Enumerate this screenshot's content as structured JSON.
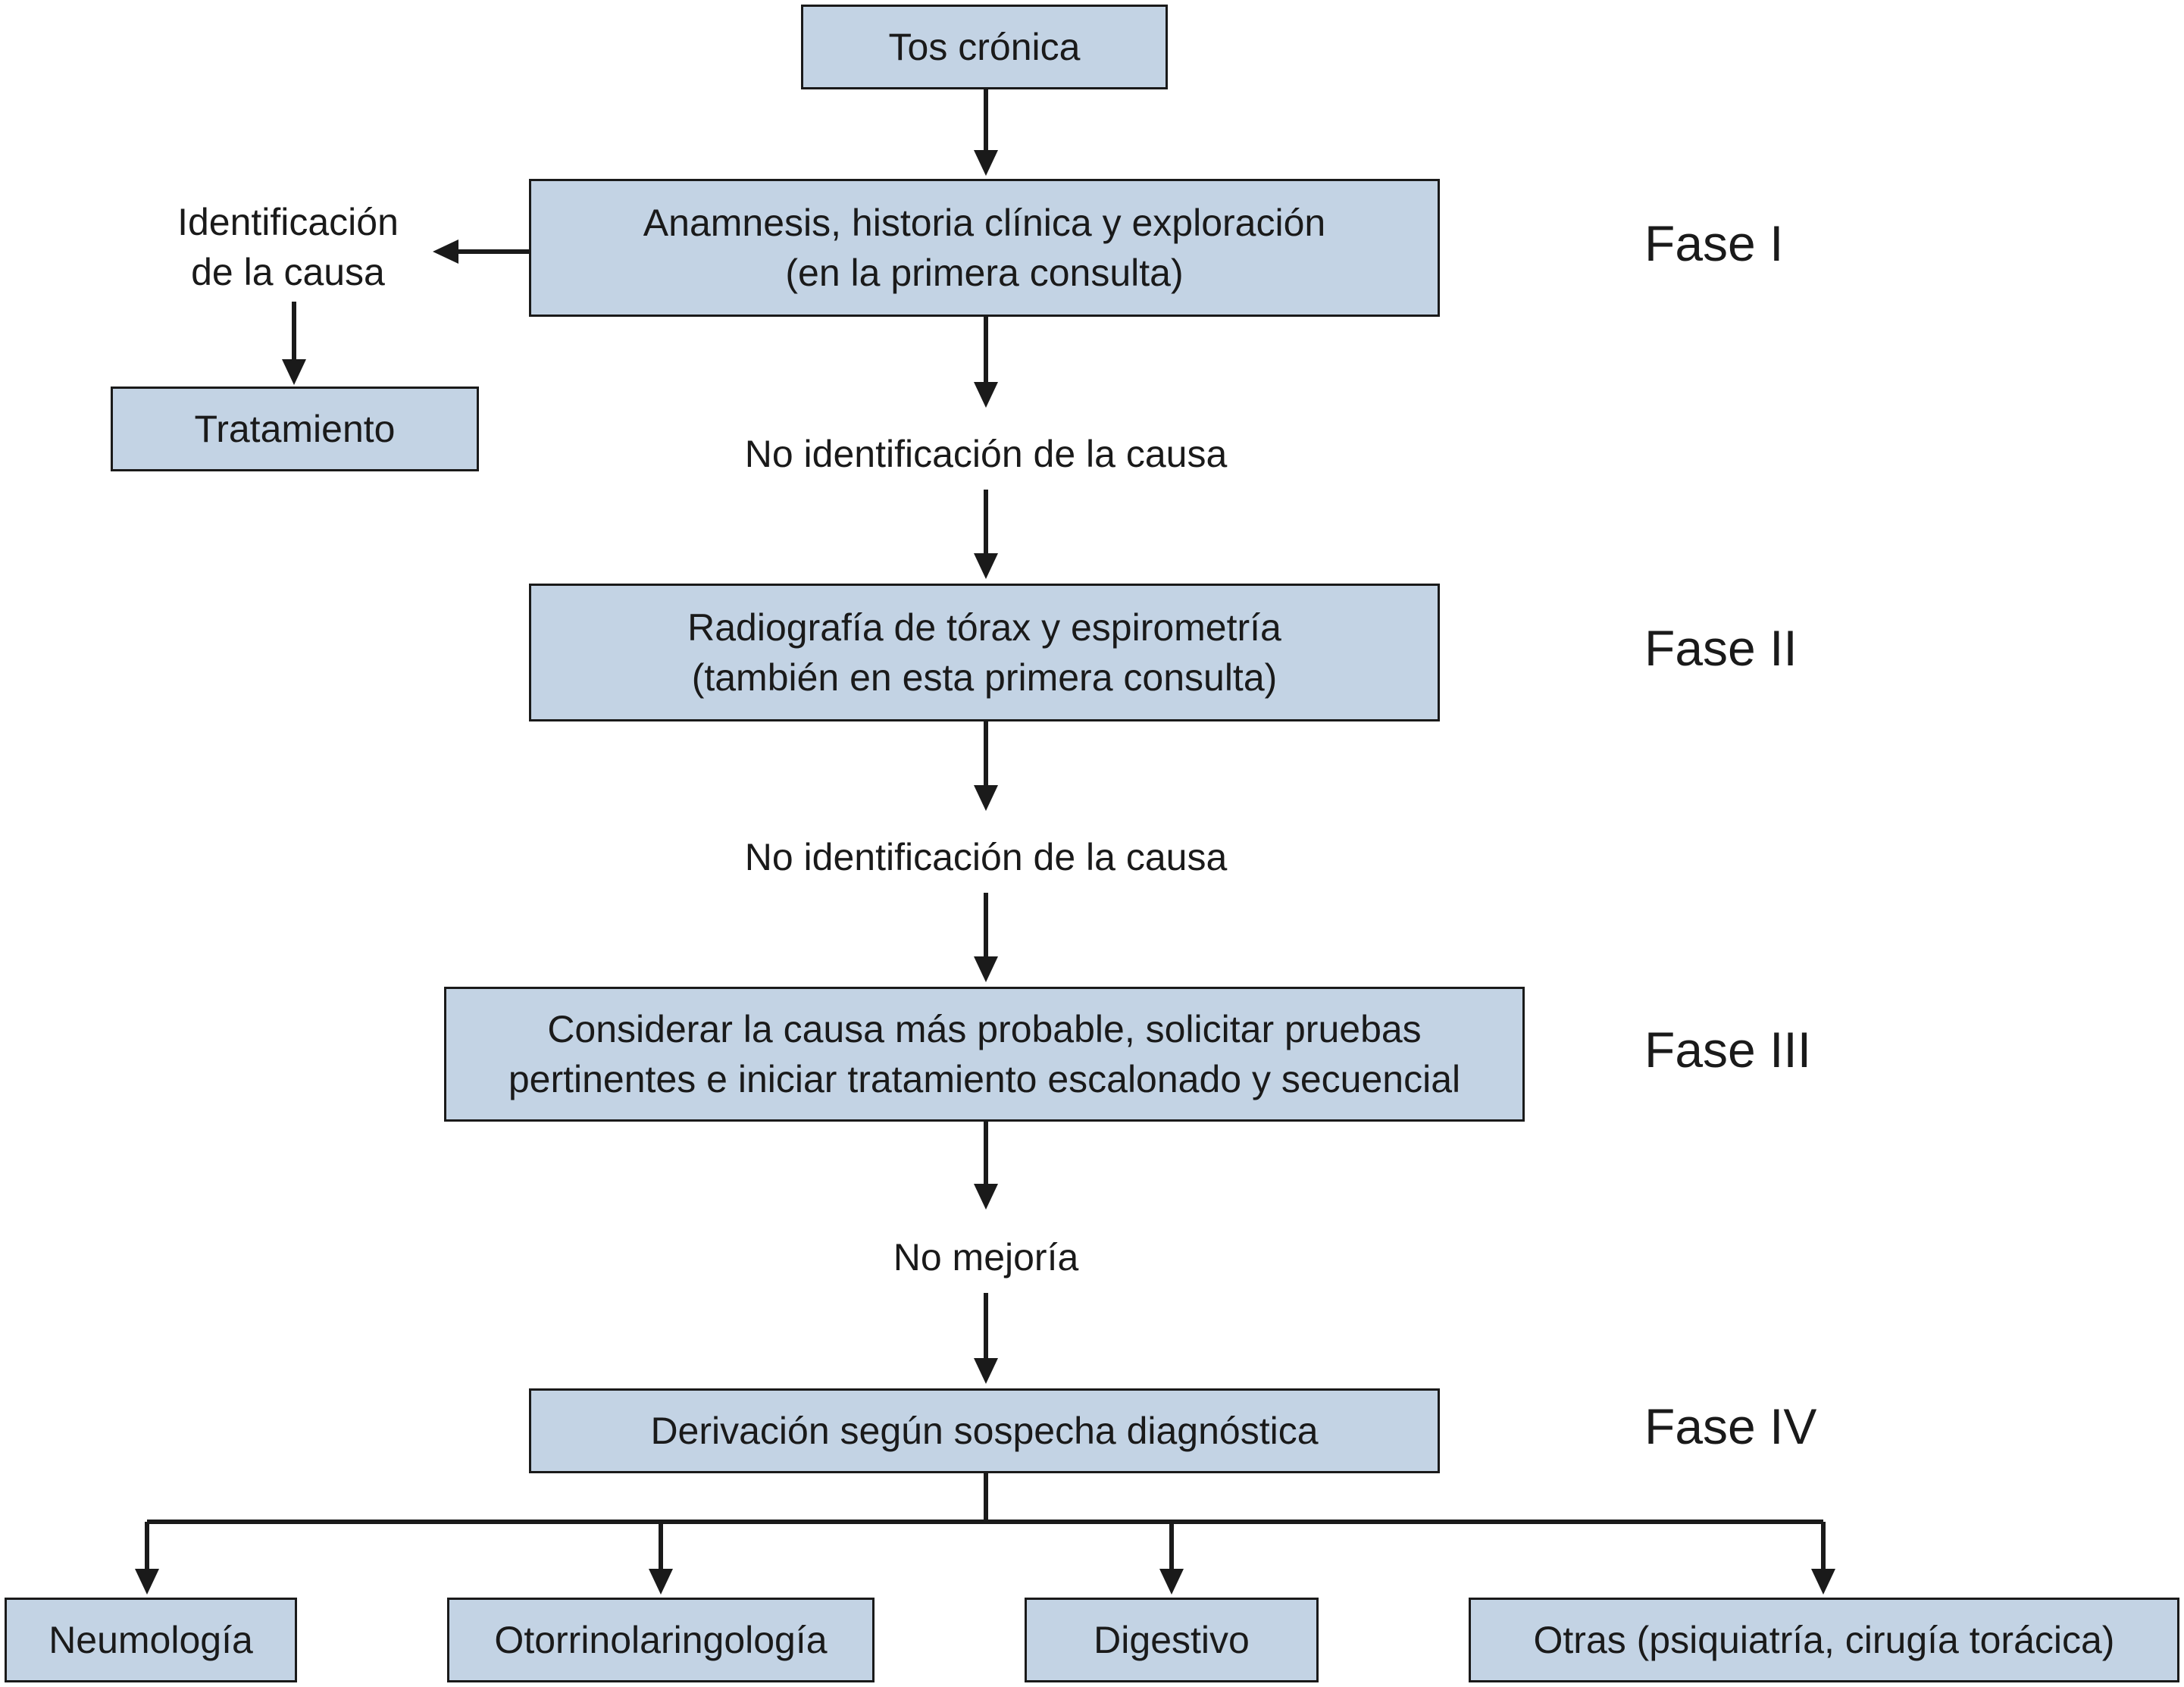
{
  "nodes": {
    "start": "Tos crónica",
    "phase1_box": [
      "Anamnesis, historia clínica y exploración",
      "(en la primera consulta)"
    ],
    "identified": [
      "Identificación",
      "de la causa"
    ],
    "treatment": "Tratamiento",
    "not_identified_1": "No identificación de la causa",
    "phase2_box": [
      "Radiografía de tórax y espirometría",
      "(también en esta primera consulta)"
    ],
    "not_identified_2": "No identificación de la causa",
    "phase3_box": [
      "Considerar la causa más probable, solicitar pruebas",
      "pertinentes e iniciar tratamiento escalonado y secuencial"
    ],
    "no_improvement": "No mejoría",
    "phase4_box": "Derivación según sospecha diagnóstica",
    "referrals": [
      "Neumología",
      "Otorrinolaringología",
      "Digestivo",
      "Otras (psiquiatría, cirugía torácica)"
    ]
  },
  "phases": [
    "Fase I",
    "Fase II",
    "Fase III",
    "Fase IV"
  ],
  "colors": {
    "box_fill": "#c3d3e4",
    "line": "#1a1a1a"
  }
}
